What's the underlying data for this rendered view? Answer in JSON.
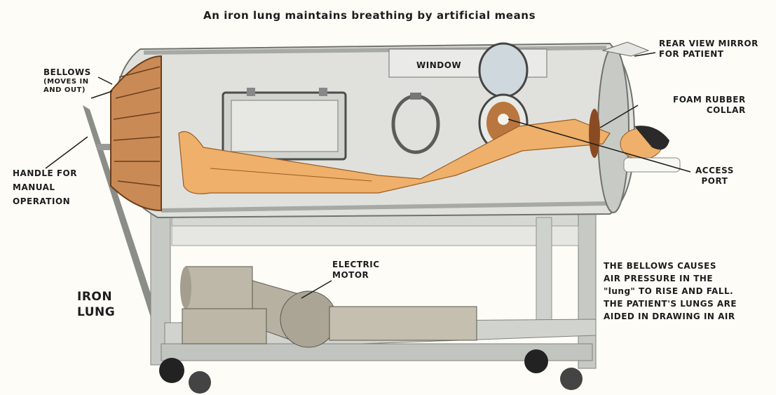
{
  "title": "An iron lung maintains breathing by artificial means",
  "labels": {
    "bellows": "BELLOWS",
    "bellows_note_1": "(MOVES IN",
    "bellows_note_2": "AND OUT)",
    "window": "WINDOW",
    "mirror_1": "REAR VIEW MIRROR",
    "mirror_2": "FOR PATIENT",
    "collar_1": "FOAM RUBBER",
    "collar_2": "COLLAR",
    "access_1": "ACCESS",
    "access_2": "PORT",
    "handle_1": "HANDLE FOR",
    "handle_2": "MANUAL",
    "handle_3": "OPERATION",
    "motor_1": "ELECTRIC",
    "motor_2": "MOTOR",
    "iron_1": "IRON",
    "iron_2": "LUNG"
  },
  "explanation": [
    "THE BELLOWS CAUSES",
    "AIR PRESSURE IN THE",
    "\"lung\" TO RISE AND FALL.",
    "THE PATIENT'S LUNGS ARE",
    "AIDED IN DRAWING IN AIR"
  ],
  "colors": {
    "tank": "#d9dad6",
    "tank_dark": "#8e928e",
    "bellows": "#c98a56",
    "skin": "#eeb06a",
    "frame": "#c7c9c4",
    "motor": "#b6b1a0"
  }
}
